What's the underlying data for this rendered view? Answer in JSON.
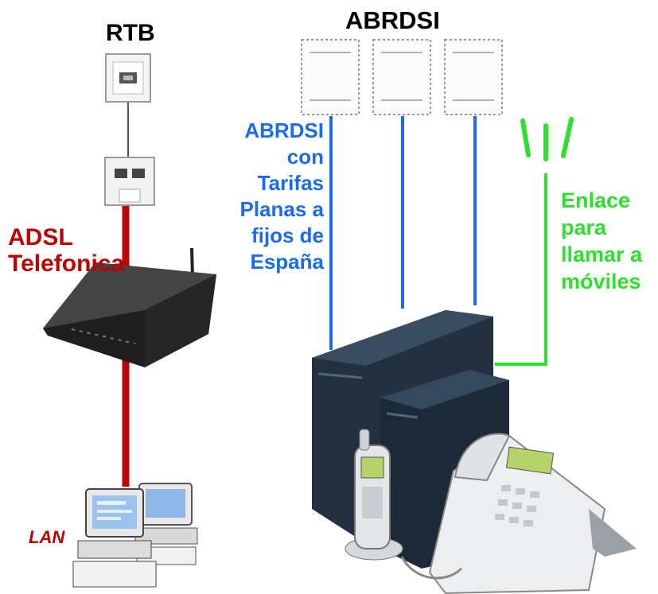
{
  "labels": {
    "rtb": "RTB",
    "abrdsi_top": "ABRDSI",
    "adsl": [
      "ADSL",
      "Telefonica"
    ],
    "blue_trunks": [
      "ABRDSI",
      "con",
      "Tarifas",
      "Planas a",
      "fijos de",
      "España"
    ],
    "green_link": [
      "Enlace",
      "para",
      "llamar a",
      "móviles"
    ],
    "lan": "LAN"
  },
  "colors": {
    "adsl_line": "#c00000",
    "abrdsi_line": "#1a6bf0",
    "mobile_line": "#2ee02e",
    "pbx_body": "#2b3a4a"
  },
  "icons": [
    "wall-socket-icon",
    "splitter-icon",
    "router-icon",
    "computer-icon",
    "pbx-icon",
    "cordless-phone-icon",
    "desk-phone-icon",
    "isdn-terminal-icon",
    "antenna-icon"
  ]
}
